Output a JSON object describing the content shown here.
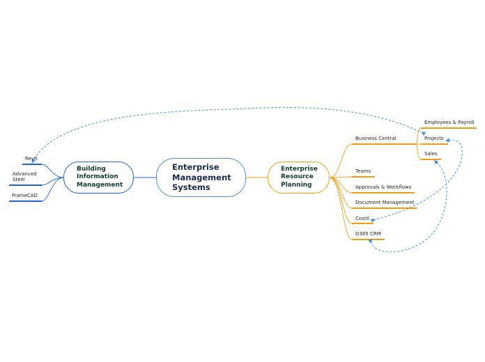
{
  "center": {
    "label": "Enterprise\nManagement\nSystems"
  },
  "left_branch": {
    "label": "Building\nInformation\nManagement",
    "color": "#1f5fd0",
    "leaves": [
      "Revit",
      "Advanced\nSteel",
      "FrameCAD"
    ]
  },
  "right_branch": {
    "label": "Enterprise\nResource\nPlanning",
    "color": "#f39c12",
    "leaves": [
      "Business Central",
      "Teams",
      "Approvals & Workflows",
      "Document Management",
      "CostX",
      "D365 CRM"
    ],
    "business_central_children": [
      "Employees & Payroll",
      "Projects",
      "Sales"
    ]
  },
  "relationship_color": "#3b8fde"
}
